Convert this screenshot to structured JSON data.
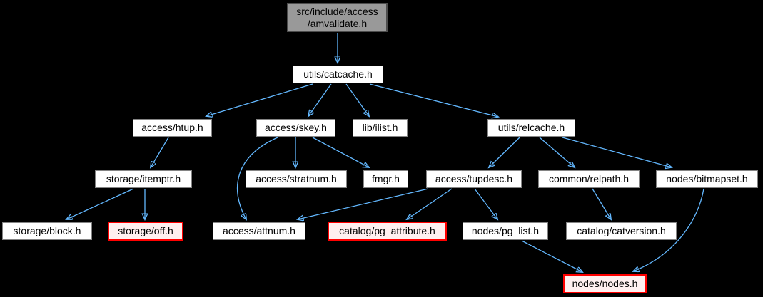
{
  "diagram": {
    "title": "Include dependency graph for src/include/access/amvalidate.h",
    "type": "include-dependency-graph",
    "colors": {
      "background": "#000000",
      "edge": "#63b8ff",
      "node_fill": "#ffffff",
      "node_border": "#848484",
      "root_fill": "#999999",
      "root_border": "#4d4d4d",
      "highlight_fill": "#fff0f0",
      "highlight_border": "#ff0000",
      "text": "#000000"
    },
    "nodes": [
      {
        "id": "amvalidate",
        "label": "src/include/access\n/amvalidate.h",
        "type": "root"
      },
      {
        "id": "catcache",
        "label": "utils/catcache.h",
        "type": "normal"
      },
      {
        "id": "htup",
        "label": "access/htup.h",
        "type": "normal"
      },
      {
        "id": "skey",
        "label": "access/skey.h",
        "type": "normal"
      },
      {
        "id": "ilist",
        "label": "lib/ilist.h",
        "type": "normal"
      },
      {
        "id": "relcache",
        "label": "utils/relcache.h",
        "type": "normal"
      },
      {
        "id": "itemptr",
        "label": "storage/itemptr.h",
        "type": "normal"
      },
      {
        "id": "stratnum",
        "label": "access/stratnum.h",
        "type": "normal"
      },
      {
        "id": "fmgr",
        "label": "fmgr.h",
        "type": "normal"
      },
      {
        "id": "tupdesc",
        "label": "access/tupdesc.h",
        "type": "normal"
      },
      {
        "id": "relpath",
        "label": "common/relpath.h",
        "type": "normal"
      },
      {
        "id": "bitmapset",
        "label": "nodes/bitmapset.h",
        "type": "normal"
      },
      {
        "id": "block",
        "label": "storage/block.h",
        "type": "normal"
      },
      {
        "id": "off",
        "label": "storage/off.h",
        "type": "highlight"
      },
      {
        "id": "attnum",
        "label": "access/attnum.h",
        "type": "normal"
      },
      {
        "id": "pg_attribute",
        "label": "catalog/pg_attribute.h",
        "type": "highlight"
      },
      {
        "id": "pg_list",
        "label": "nodes/pg_list.h",
        "type": "normal"
      },
      {
        "id": "catversion",
        "label": "catalog/catversion.h",
        "type": "normal"
      },
      {
        "id": "nodes",
        "label": "nodes/nodes.h",
        "type": "highlight"
      }
    ],
    "edges": [
      {
        "from": "amvalidate",
        "to": "catcache"
      },
      {
        "from": "catcache",
        "to": "htup"
      },
      {
        "from": "catcache",
        "to": "skey"
      },
      {
        "from": "catcache",
        "to": "ilist"
      },
      {
        "from": "catcache",
        "to": "relcache"
      },
      {
        "from": "htup",
        "to": "itemptr"
      },
      {
        "from": "skey",
        "to": "stratnum"
      },
      {
        "from": "skey",
        "to": "fmgr"
      },
      {
        "from": "skey",
        "to": "attnum"
      },
      {
        "from": "relcache",
        "to": "tupdesc"
      },
      {
        "from": "relcache",
        "to": "relpath"
      },
      {
        "from": "relcache",
        "to": "bitmapset"
      },
      {
        "from": "itemptr",
        "to": "block"
      },
      {
        "from": "itemptr",
        "to": "off"
      },
      {
        "from": "tupdesc",
        "to": "attnum"
      },
      {
        "from": "tupdesc",
        "to": "pg_attribute"
      },
      {
        "from": "tupdesc",
        "to": "pg_list"
      },
      {
        "from": "relpath",
        "to": "catversion"
      },
      {
        "from": "pg_list",
        "to": "nodes"
      },
      {
        "from": "bitmapset",
        "to": "nodes"
      }
    ]
  }
}
